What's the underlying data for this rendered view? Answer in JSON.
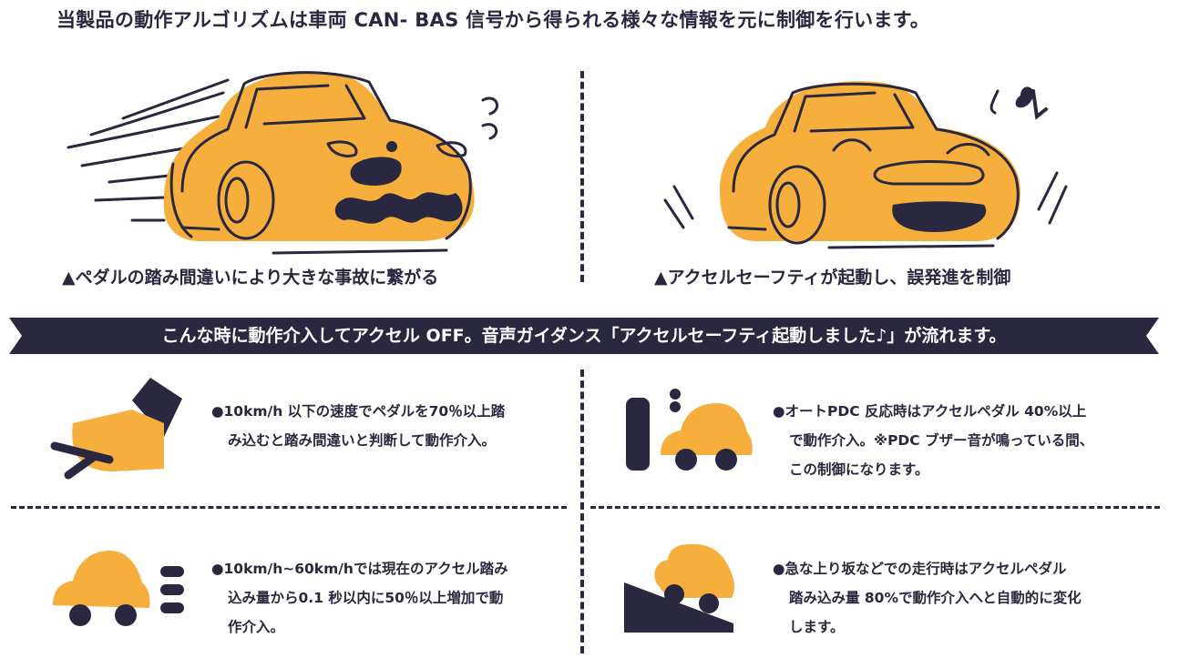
{
  "headline": "当製品の動作アルゴリズムは車両 CAN- BAS 信号から得られる様々な情報を元に制御を行います。",
  "left_caption": "▲ペダルの踏み間違いにより大きな事故に繋がる",
  "right_caption": "▲アクセルセーフティが起動し、誤発進を制御",
  "banner": "こんな時に動作介入してアクセル OFF。音声ガイダンス「アクセルセーフティ起動しました♪」が流れます。",
  "conditions": [
    {
      "lines": [
        "●10km/h 以下の速度でペダルを70％以上踏",
        "み込むと踏み間違いと判断して動作介入。"
      ],
      "icon": "foot-pedal-icon"
    },
    {
      "lines": [
        "●オートPDC 反応時はアクセルペダル 40%以上",
        "で動作介入。※PDC ブザー音が鳴っている間、",
        "この制御になります。"
      ],
      "icon": "car-obstacle-icon"
    },
    {
      "lines": [
        "●10km/h~60km/hでは現在のアクセル踏み",
        "込み量から0.1 秒以内に50％以上増加で動",
        "作介入。"
      ],
      "icon": "car-speed-icon"
    },
    {
      "lines": [
        "●急な上り坂などでの走行時はアクセルペダル",
        "踏み込み量 80%で動作介入へと自動的に変化",
        "します。"
      ],
      "icon": "car-slope-icon"
    }
  ],
  "colors": {
    "orange": "#f6ae3c",
    "navy": "#2a2740",
    "background": "#ffffff"
  }
}
